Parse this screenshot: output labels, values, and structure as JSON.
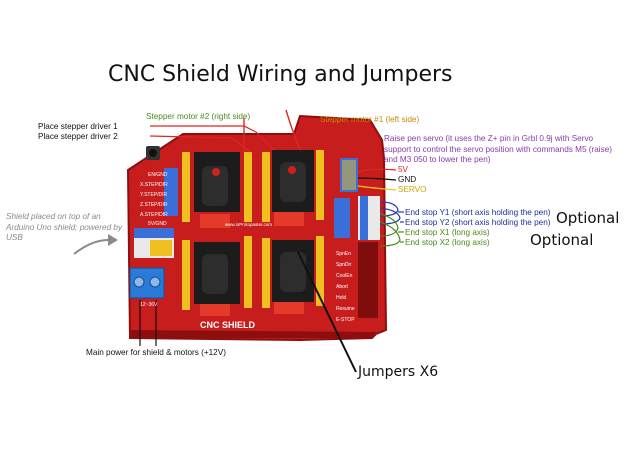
{
  "title": "CNC Shield Wiring and Jumpers",
  "labels": {
    "stepper_driver_1": "Place stepper driver 1",
    "stepper_driver_2": "Place stepper driver 2",
    "stepper_motor_2": "Stepper motor #2 (right side)",
    "stepper_motor_1": "Stepper motor #1 (left side)",
    "servo_note": "Raise pen servo (it uses the Z+ pin in Grbl 0.9j with Servo support to control the servo position with commands M5 (raise) and M3 050 to lower the pen)",
    "pin_5v": "5V",
    "pin_gnd": "GND",
    "pin_servo": "SERVO",
    "endstop_y1": "End stop Y1 (short axis holding the pen)",
    "endstop_y2": "End stop Y2 (short axis holding the pen)",
    "endstop_x1": "End stop X1 (long axis)",
    "endstop_x2": "End stop X2 (long axis)",
    "optional_1": "Optional",
    "optional_2": "Optional",
    "shield_note": "Shield placed on top of an Arduino Uno shield; powered by USB",
    "main_power": "Main power for shield & motors (+12V)",
    "jumpers": "Jumpers X6"
  },
  "board": {
    "name": "CNC SHIELD",
    "silkscreen": [
      "EN/GND",
      "X.STEP/DIR",
      "Y.STEP/DIR",
      "Z.STEP/DIR",
      "A.STEP/DIR",
      "5V/GND"
    ],
    "right_header": [
      "SpnEn",
      "SpnDir",
      "CoolEn",
      "Abort",
      "Hold",
      "Resume",
      "E-STOP"
    ],
    "terminal_label": "12~36V",
    "url_text": "www.inProtopaster.com"
  },
  "colors": {
    "board_red": "#c81d1d",
    "board_dark": "#8e0e0e",
    "header_yellow": "#f0c020",
    "header_blue": "#3a6ed8",
    "terminal_blue": "#2a7ad8",
    "wire_red": "#e0261e",
    "wire_blue": "#2a3aa8",
    "label_green": "#4a8a1a",
    "label_orange": "#c98a00",
    "label_purple": "#8a3ab0"
  }
}
